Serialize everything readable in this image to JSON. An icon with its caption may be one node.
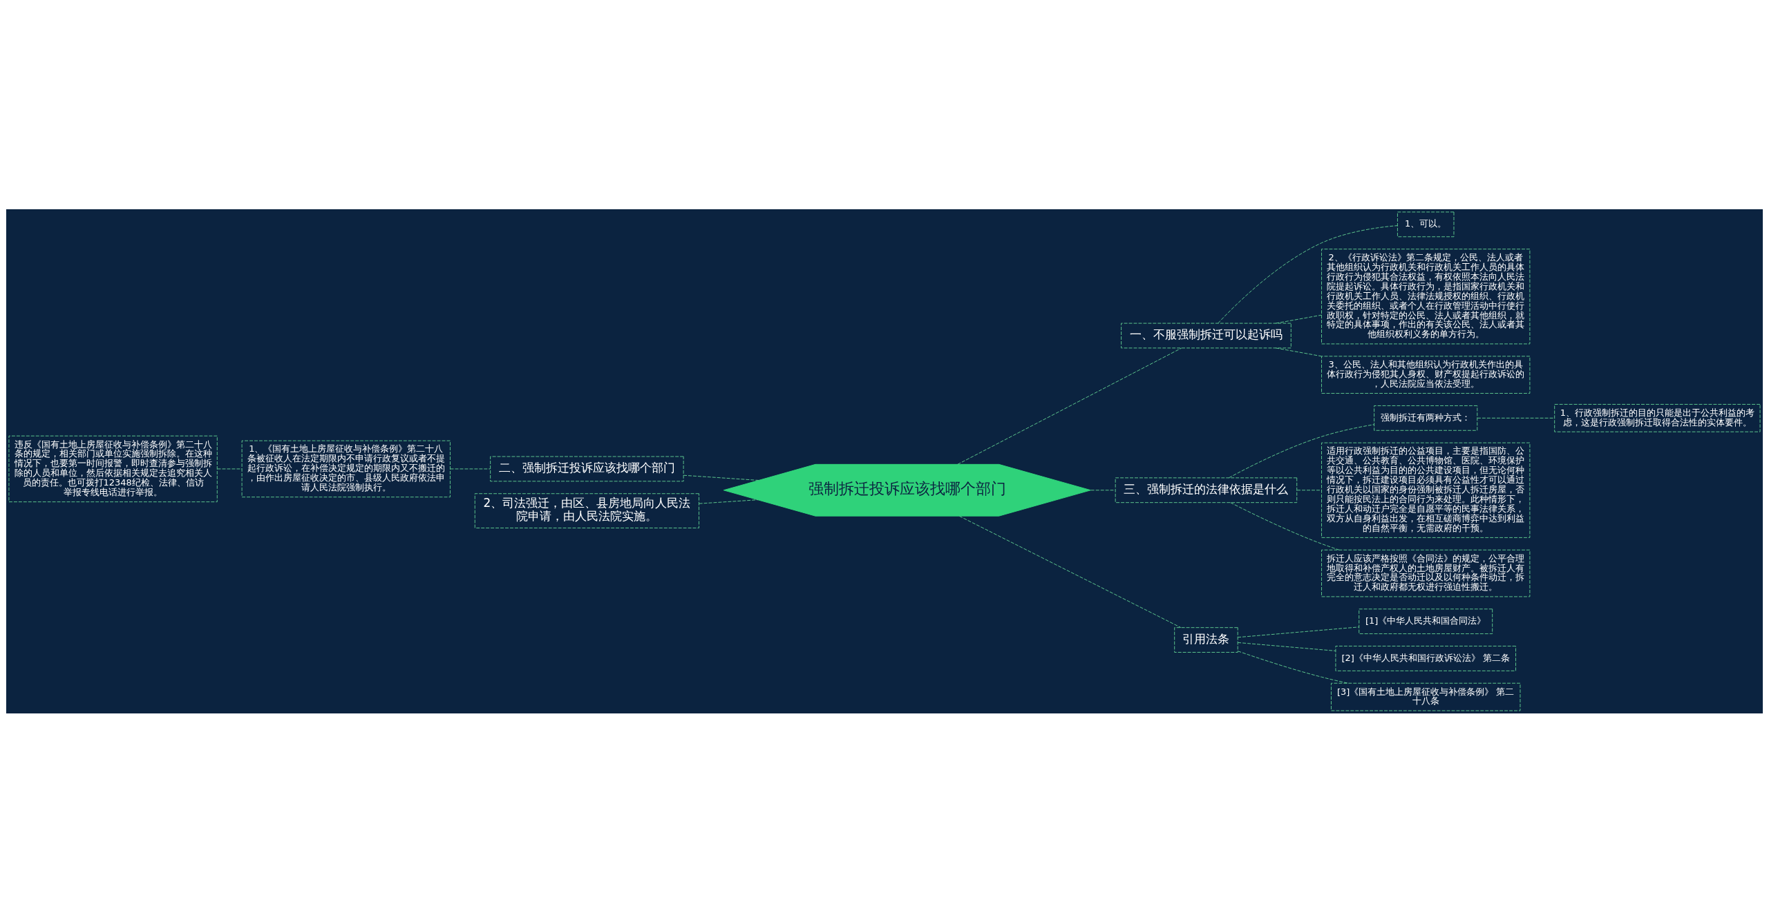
{
  "diagram": {
    "nodes": [
      {
        "text": [
          "强制拆迁投诉应该找哪个部门"
        ]
      },
      {
        "text": [
          "一、不服强制拆迁可以起诉吗"
        ]
      },
      {
        "text": [
          "1、可以。"
        ]
      },
      {
        "text": [
          "2、《行政诉讼法》第二条规定，公民、法人或者其他组织认为行政机关和行政机关工作人员的具体行政行为侵犯其合法权益，有权依照本法向人民法院提起诉讼。具体行政行为，是指国家行政机关和行政机关工作人员、法律法规授权的组织、行政机关委托的组织、或者个人在行政管理活动中行使行政职权，针对特定的公民、法人或者其他组织，就特定的具体事项，作出的有关该公民、法人或者其他组织权利义务的单方行为。"
        ]
      },
      {
        "text": [
          "3、公民、法人和其他组织认为行政机关作出的具体行政行为侵犯其人身权、财产权提起行政诉讼的，人民法院应当依法受理。"
        ]
      },
      {
        "text": [
          "二、强制拆迁投诉应该找哪个部门"
        ]
      },
      {
        "text": [
          "1、《国有土地上房屋征收与补偿条例》第二十八条被征收人在法定期限内不申请行政复议或者不提起行政诉讼，在补偿决定规定的期限内又不搬迁的，由作出房屋征收决定的市、县级人民政府依法申请人民法院强制执行。"
        ]
      },
      {
        "text": [
          "违反《国有土地上房屋征收与补偿条例》第二十八条的规定，相关部门或单位实施强制拆除。在这种情况下，也要第一时间报警，即时查清参与强制拆除的人员和单位，然后依据相关规定去追究相关人员的责任。也可拨打12348纪检、法律、信访举报专线电话进行举报。"
        ]
      },
      {
        "text": [
          "2、司法强迁，由区、县房地局向人民法院申请，由人民法院实施。"
        ]
      },
      {
        "text": [
          "三、强制拆迁的法律依据是什么"
        ]
      },
      {
        "text": [
          "强制拆迁有两种方式："
        ]
      },
      {
        "text": [
          "1、行政强制拆迁的目的只能是出于公共利益的考虑，这是行政强制拆迁取得合法性的实体要件。"
        ]
      },
      {
        "text": [
          "适用行政强制拆迁的公益项目，主要是指国防、公共交通、公共教育、公共博物馆、医院、环境保护等以公共利益为目的的公共建设项目，但无论何种情况下，拆迁建设项目必须具有公益性才可以通过行政机关以国家的身份强制被拆迁人拆迁房屋，否则只能按民法上的合同行为来处理。此种情形下，拆迁人和动迁户完全是自愿平等的民事法律关系，双方从自身利益出发，在相互磋商博弈中达到利益的自然平衡，无需政府的干预。"
        ]
      },
      {
        "text": [
          "拆迁人应该严格按照《合同法》的规定，公平合理地取得和补偿产权人的土地房屋财产。被拆迁人有完全的意志决定是否动迁以及以何种条件动迁，拆迁人和政府都无权进行强迫性搬迁。"
        ]
      },
      {
        "text": [
          "引用法条"
        ]
      },
      {
        "text": [
          "[1]《中华人民共和国合同法》"
        ]
      },
      {
        "text": [
          "[2]《中华人民共和国行政诉讼法》 第二条"
        ]
      },
      {
        "text": [
          "[3]《国有土地上房屋征收与补偿条例》 第二十八条"
        ]
      }
    ],
    "edges": [
      {
        "from": 0,
        "to": 1,
        "arrow": "none",
        "style": "dashed"
      },
      {
        "from": 1,
        "to": 2,
        "arrow": "none",
        "style": "dashed"
      },
      {
        "from": 1,
        "to": 3,
        "arrow": "none",
        "style": "dashed"
      },
      {
        "from": 1,
        "to": 4,
        "arrow": "none",
        "style": "dashed"
      },
      {
        "from": 0,
        "to": 5,
        "arrow": "none",
        "style": "dashed"
      },
      {
        "from": 5,
        "to": 6,
        "arrow": "none",
        "style": "dashed"
      },
      {
        "from": 6,
        "to": 7,
        "arrow": "none",
        "style": "dashed"
      },
      {
        "from": 0,
        "to": 8,
        "arrow": "none",
        "style": "dashed"
      },
      {
        "from": 0,
        "to": 9,
        "arrow": "none",
        "style": "dashed"
      },
      {
        "from": 9,
        "to": 10,
        "arrow": "none",
        "style": "dashed"
      },
      {
        "from": 10,
        "to": 11,
        "arrow": "none",
        "style": "dashed"
      },
      {
        "from": 9,
        "to": 12,
        "arrow": "none",
        "style": "dashed"
      },
      {
        "from": 9,
        "to": 13,
        "arrow": "none",
        "style": "dashed"
      },
      {
        "from": 0,
        "to": 14,
        "arrow": "none",
        "style": "dashed"
      },
      {
        "from": 14,
        "to": 15,
        "arrow": "none",
        "style": "dashed"
      },
      {
        "from": 14,
        "to": 16,
        "arrow": "none",
        "style": "dashed"
      },
      {
        "from": 14,
        "to": 17,
        "arrow": "none",
        "style": "dashed"
      }
    ]
  }
}
